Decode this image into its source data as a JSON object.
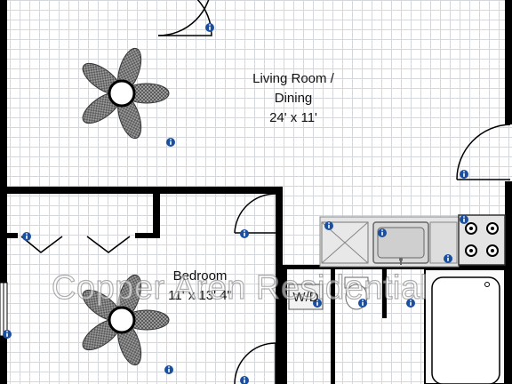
{
  "rooms": {
    "living": {
      "name_line1": "Living Room /",
      "name_line2": "Dining",
      "size": "24' x 11'"
    },
    "bedroom": {
      "name": "Bedroom",
      "size": "11' x 13' 4\""
    }
  },
  "labels": {
    "washer_dryer": "W/D"
  },
  "watermark": "Copper Aren Residential",
  "colors": {
    "wall": "#000000",
    "grid": "#d4d8dc",
    "info_marker": "#1a4fa0",
    "appliance": "#e4e4e4"
  },
  "icons": [
    "info-icon",
    "ceiling-fan-icon",
    "sink-icon",
    "stove-burner-icon",
    "toilet-icon",
    "bathtub-icon"
  ]
}
